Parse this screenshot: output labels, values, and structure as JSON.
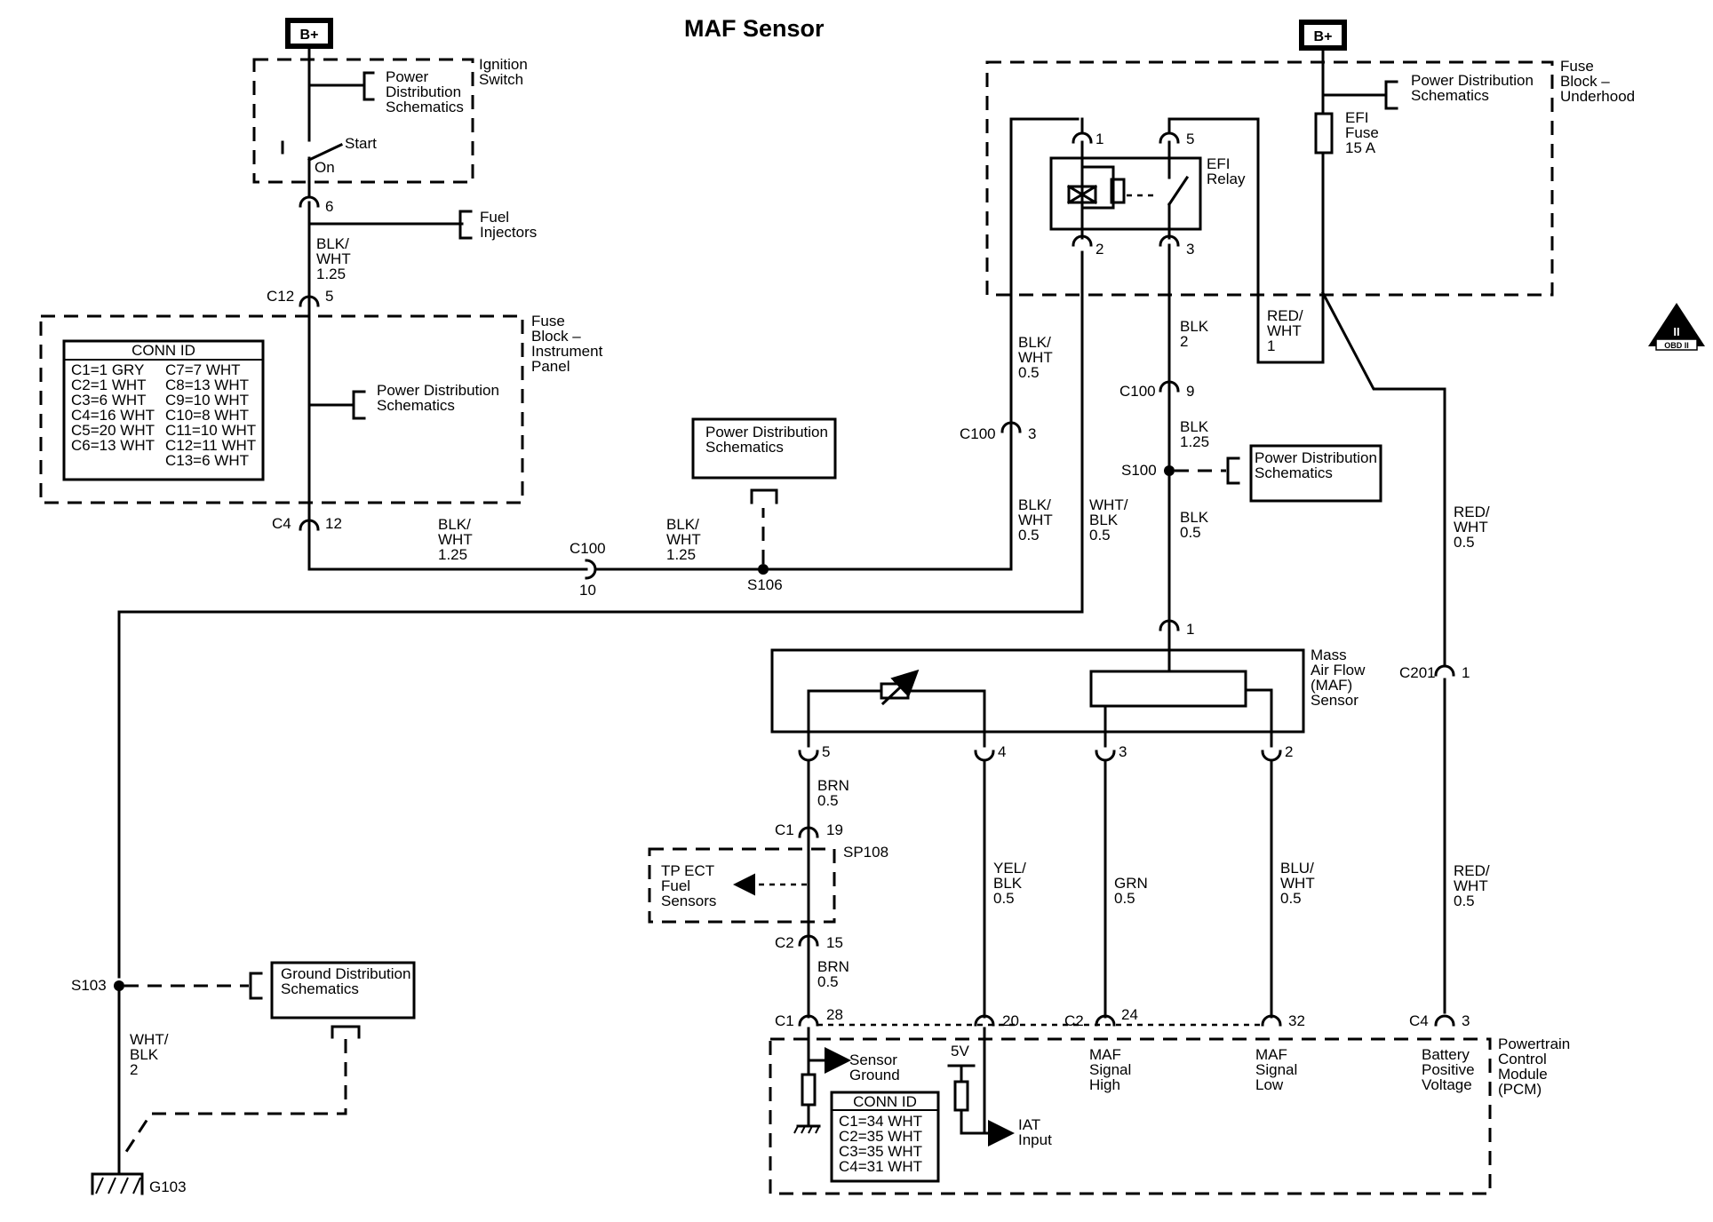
{
  "title": "MAF Sensor",
  "battery_label": "B+",
  "power_dist": "Power Distribution Schematics",
  "ground_dist": "Ground Distribution Schematics",
  "ignition": {
    "label": "Ignition Switch",
    "start": "Start",
    "on": "On"
  },
  "fuel_injectors": "Fuel Injectors",
  "fuse_block_ip": "Fuse Block – Instrument Panel",
  "fuse_block_uh": "Fuse Block – Underhood",
  "efi_fuse": "EFI Fuse 15 A",
  "efi_relay": "EFI Relay",
  "maf": "Mass Air Flow (MAF) Sensor",
  "pcm": "Powertrain Control Module (PCM)",
  "tp_ect": "TP ECT Fuel Sensors",
  "obd_badge": {
    "top": "II",
    "bottom": "OBD II"
  },
  "conn_id_ip": {
    "header": "CONN ID",
    "col1": [
      "C1=1 GRY",
      "C2=1 WHT",
      "C3=6 WHT",
      "C4=16 WHT",
      "C5=20 WHT",
      "C6=13 WHT"
    ],
    "col2": [
      "C7=7 WHT",
      "C8=13 WHT",
      "C9=10 WHT",
      "C10=8 WHT",
      "C11=10 WHT",
      "C12=11 WHT",
      "C13=6 WHT"
    ]
  },
  "conn_id_pcm": {
    "header": "CONN ID",
    "rows": [
      "C1=34 WHT",
      "C2=35 WHT",
      "C3=35 WHT",
      "C4=31 WHT"
    ]
  },
  "pcm_labels": {
    "sensor_ground": "Sensor Ground",
    "five_v": "5V",
    "iat_input": "IAT Input",
    "maf_high": "MAF Signal High",
    "maf_low": "MAF Signal Low",
    "battery_positive": "Battery Positive Voltage"
  },
  "connectors": [
    {
      "id": "c12",
      "name": "C12",
      "pin": "5"
    },
    {
      "id": "c4",
      "name": "C4",
      "pin": "12"
    },
    {
      "id": "c100a",
      "name": "C100",
      "pin": "10"
    },
    {
      "id": "c100b",
      "name": "C100",
      "pin": "3"
    },
    {
      "id": "c100c",
      "name": "C100",
      "pin": "9"
    },
    {
      "id": "c201",
      "name": "C201",
      "pin": "1"
    },
    {
      "id": "ign6",
      "name": "",
      "pin": "6"
    },
    {
      "id": "r1",
      "name": "",
      "pin": "1"
    },
    {
      "id": "r5",
      "name": "",
      "pin": "5"
    },
    {
      "id": "r2",
      "name": "",
      "pin": "2"
    },
    {
      "id": "r3",
      "name": "",
      "pin": "3"
    },
    {
      "id": "maf1",
      "name": "",
      "pin": "1"
    },
    {
      "id": "maf5",
      "name": "",
      "pin": "5"
    },
    {
      "id": "maf4",
      "name": "",
      "pin": "4"
    },
    {
      "id": "maf3",
      "name": "",
      "pin": "3"
    },
    {
      "id": "maf2",
      "name": "",
      "pin": "2"
    },
    {
      "id": "c1_19",
      "name": "C1",
      "pin": "19"
    },
    {
      "id": "c2_15",
      "name": "C2",
      "pin": "15"
    },
    {
      "id": "c1_28",
      "name": "C1",
      "pin": "28"
    },
    {
      "id": "p20",
      "name": "",
      "pin": "20"
    },
    {
      "id": "c2_24",
      "name": "C2",
      "pin": "24"
    },
    {
      "id": "p32",
      "name": "",
      "pin": "32"
    },
    {
      "id": "c4_3",
      "name": "C4",
      "pin": "3"
    }
  ],
  "splices": [
    {
      "id": "s106",
      "name": "S106"
    },
    {
      "id": "s100",
      "name": "S100"
    },
    {
      "id": "s103",
      "name": "S103"
    },
    {
      "id": "sp108",
      "name": "SP108"
    },
    {
      "id": "g103",
      "name": "G103"
    }
  ],
  "wires": [
    {
      "id": "w1",
      "color": "BLK/ WHT",
      "gauge": "1.25"
    },
    {
      "id": "w2",
      "color": "BLK/ WHT",
      "gauge": "1.25"
    },
    {
      "id": "w3",
      "color": "BLK/ WHT",
      "gauge": "1.25"
    },
    {
      "id": "w4",
      "color": "BLK/ WHT",
      "gauge": "0.5"
    },
    {
      "id": "w5",
      "color": "BLK/ WHT",
      "gauge": "0.5"
    },
    {
      "id": "w6",
      "color": "BLK",
      "gauge": "2"
    },
    {
      "id": "w7",
      "color": "BLK",
      "gauge": "1.25"
    },
    {
      "id": "w8",
      "color": "BLK",
      "gauge": "0.5"
    },
    {
      "id": "w9",
      "color": "RED/ WHT",
      "gauge": "1"
    },
    {
      "id": "w10",
      "color": "RED/ WHT",
      "gauge": "0.5"
    },
    {
      "id": "w11",
      "color": "RED/ WHT",
      "gauge": "0.5"
    },
    {
      "id": "w12",
      "color": "WHT/ BLK",
      "gauge": "0.5"
    },
    {
      "id": "w13",
      "color": "WHT/ BLK",
      "gauge": "2"
    },
    {
      "id": "w14",
      "color": "BRN",
      "gauge": "0.5"
    },
    {
      "id": "w15",
      "color": "BRN",
      "gauge": "0.5"
    },
    {
      "id": "w16",
      "color": "YEL/ BLK",
      "gauge": "0.5"
    },
    {
      "id": "w17",
      "color": "GRN",
      "gauge": "0.5"
    },
    {
      "id": "w18",
      "color": "BLU/ WHT",
      "gauge": "0.5"
    }
  ]
}
